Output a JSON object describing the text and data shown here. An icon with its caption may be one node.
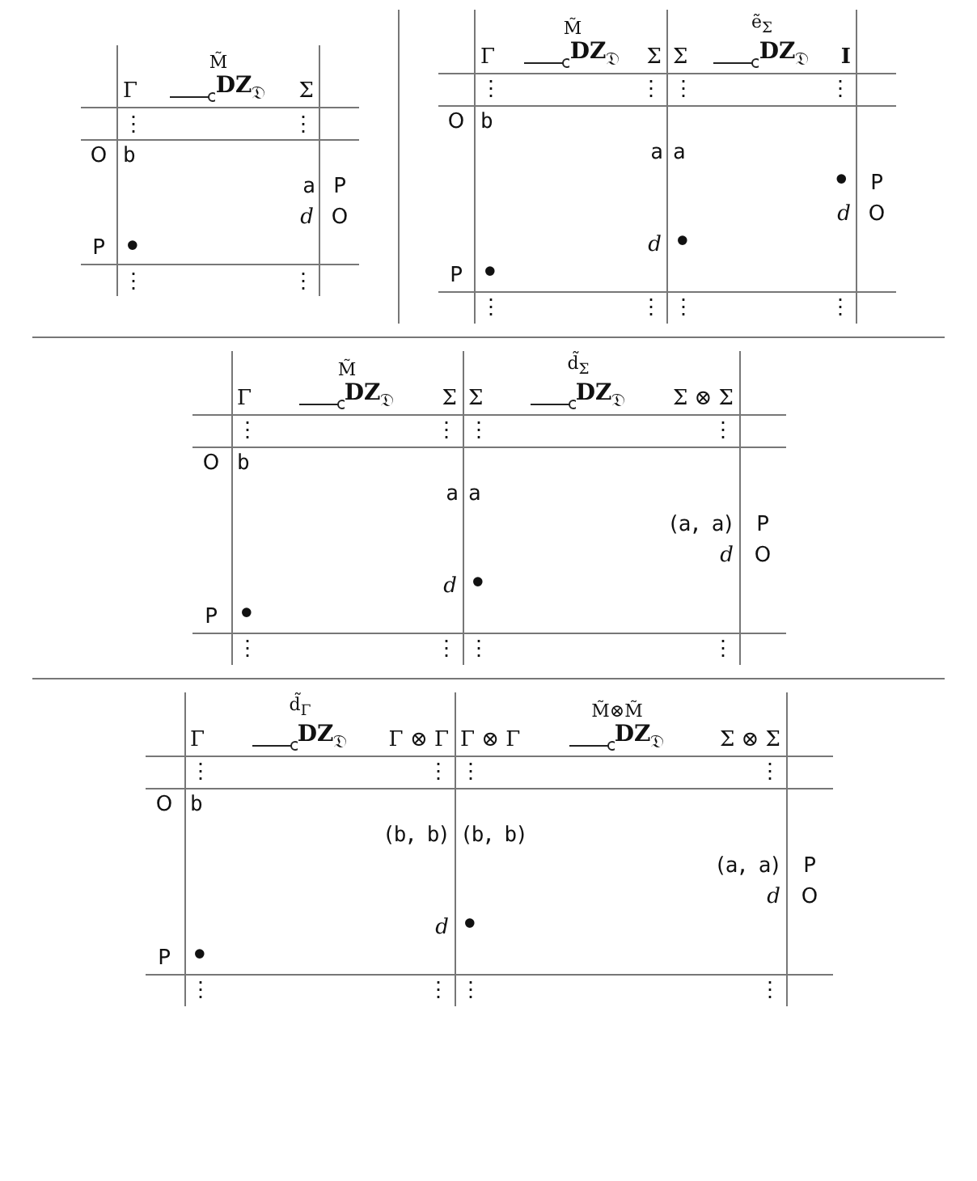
{
  "diagram": {
    "labels": [
      "Γ",
      "M̃",
      "**DZ**$_{𝔇}$",
      "Σ",
      "⋮",
      "⋮",
      "O",
      "b",
      "a",
      "P",
      "d",
      "O",
      "P",
      "•",
      "⋮",
      "⋮",
      "Γ",
      "M̃",
      "**DZ**$_{𝔇}$",
      "Σ",
      "Σ",
      "ẽ$_{Σ}$",
      "**DZ**$_{𝔇}$",
      "I",
      "⋮",
      "⋮",
      "⋮",
      "⋮",
      "O",
      "b",
      "a",
      "a",
      "•",
      "P",
      "d",
      "O",
      "d",
      "•",
      "P",
      "•",
      "⋮",
      "⋮",
      "⋮",
      "⋮",
      "Γ",
      "M̃",
      "**DZ**$_{𝔇}$",
      "Σ",
      "Σ",
      "d̃$_{Σ}$",
      "**DZ**$_{𝔇}$",
      "Σ ⊗ Σ",
      "⋮",
      "⋮",
      "⋮",
      "⋮",
      "O",
      "b",
      "a",
      "a",
      "(a, a)",
      "P",
      "d",
      "O",
      "d",
      "•",
      "P",
      "•",
      "⋮",
      "⋮",
      "⋮",
      "⋮",
      "Γ",
      "d̃$_{Γ}$",
      "**DZ**$_{𝔇}$",
      "Γ ⊗ Γ",
      "Γ ⊗ Γ",
      "M̃⊗M̃",
      "**DZ**$_{𝔇}$",
      "Σ ⊗ Σ",
      "⋮",
      "⋮",
      "⋮",
      "⋮",
      "O",
      "b",
      "(b, b)",
      "(b, b)",
      "(a, a)",
      "P",
      "d",
      "O",
      "d",
      "•",
      "P",
      "•",
      "⋮",
      "⋮",
      "⋮",
      "⋮"
    ]
  }
}
